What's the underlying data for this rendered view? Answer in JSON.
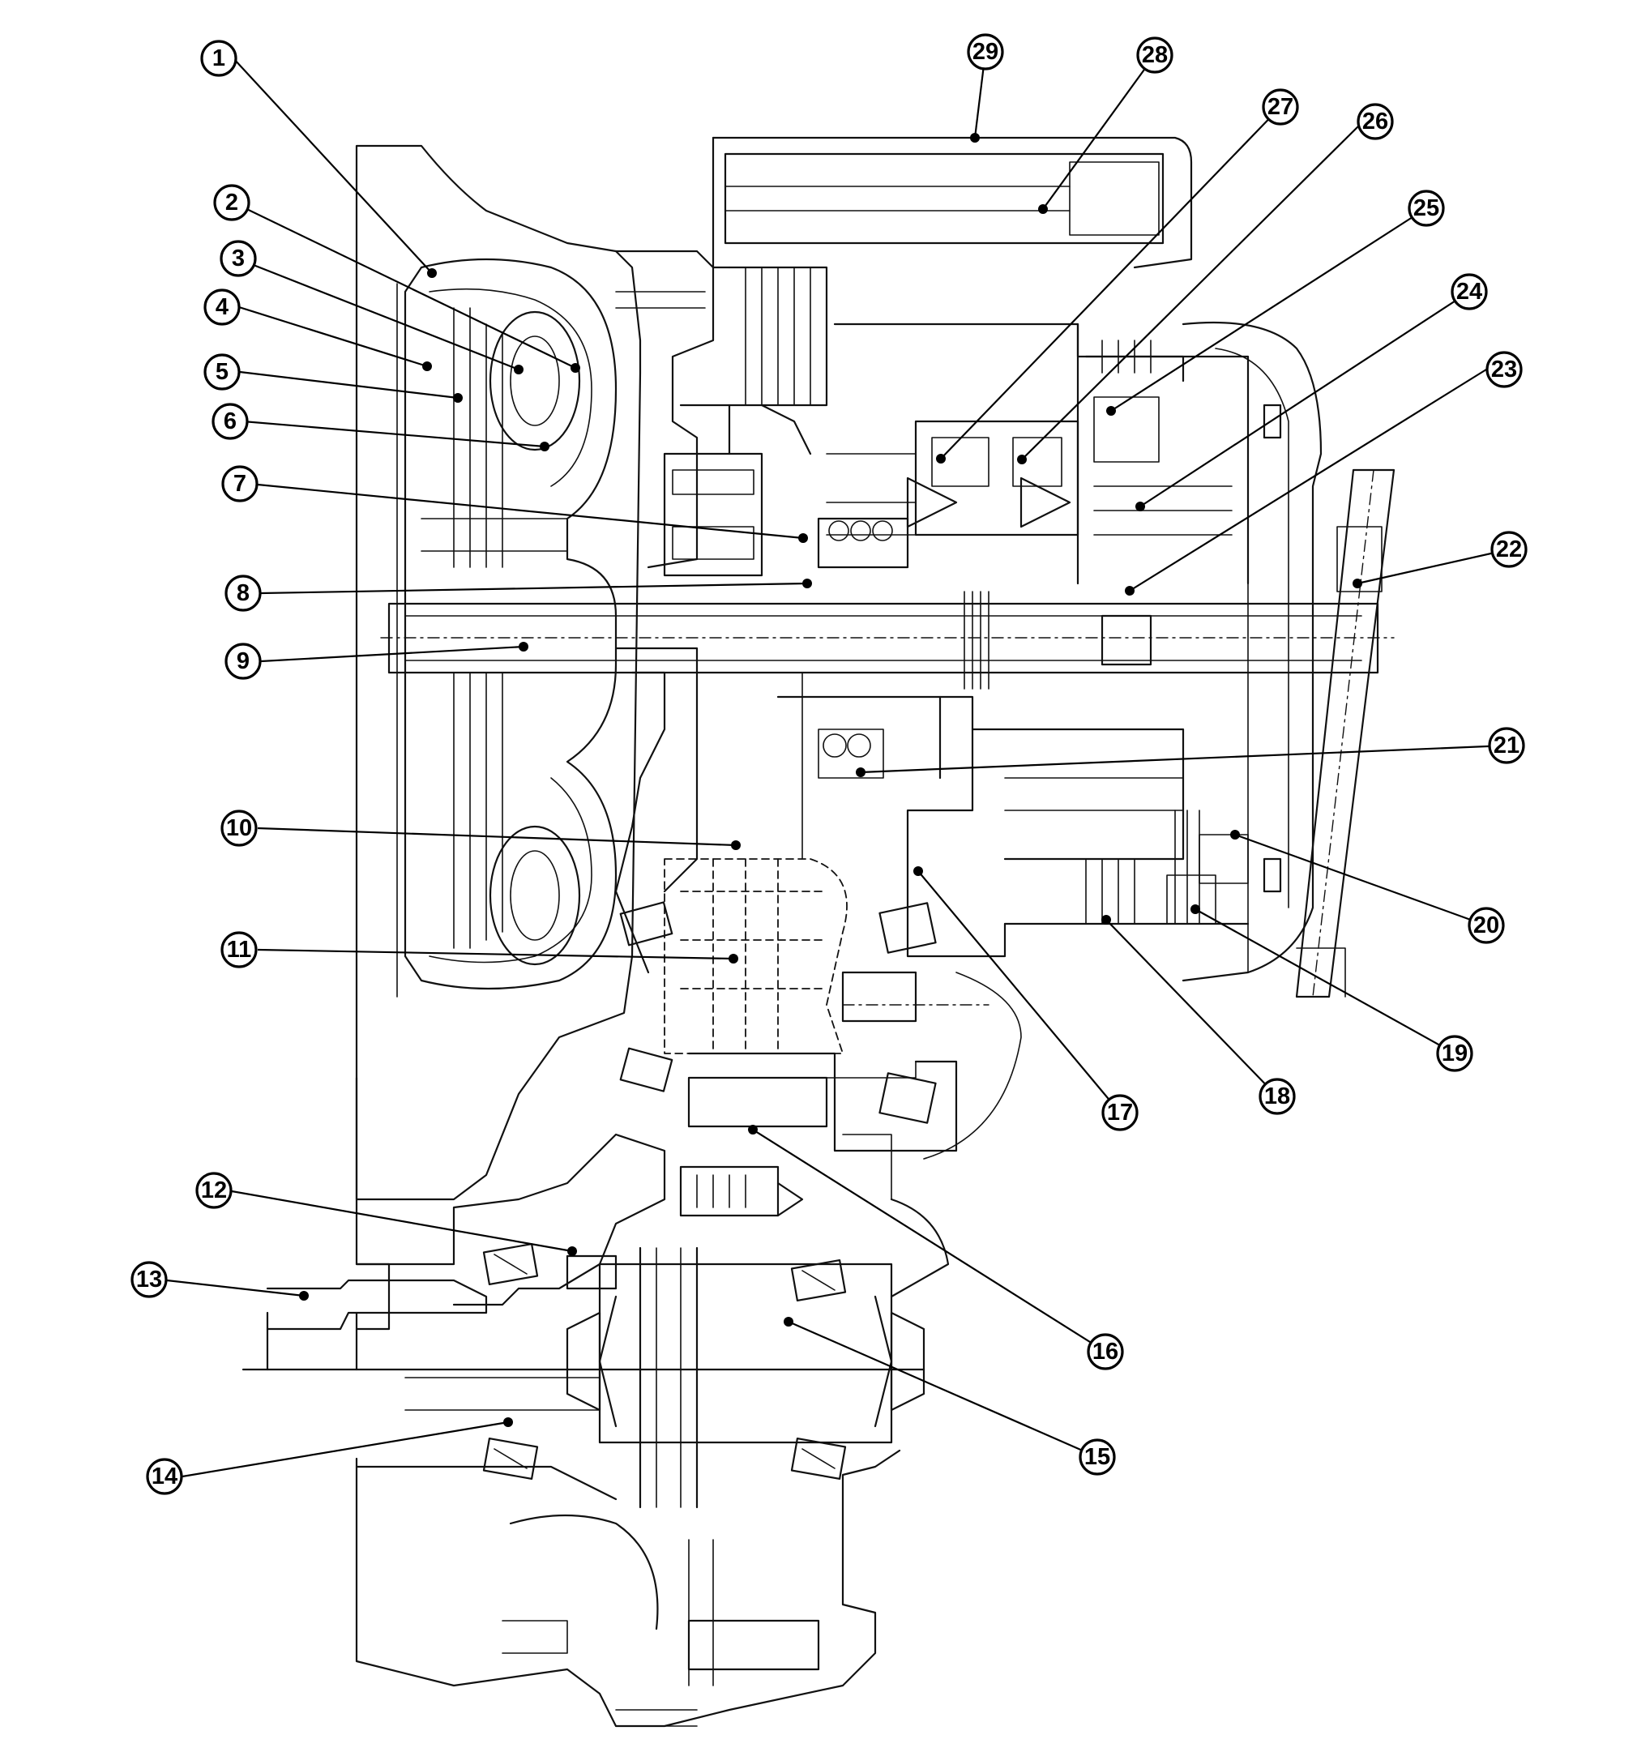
{
  "figure": {
    "callouts": [
      {
        "label": "1"
      },
      {
        "label": "2"
      },
      {
        "label": "3"
      },
      {
        "label": "4"
      },
      {
        "label": "5"
      },
      {
        "label": "6"
      },
      {
        "label": "7"
      },
      {
        "label": "8"
      },
      {
        "label": "9"
      },
      {
        "label": "10"
      },
      {
        "label": "11"
      },
      {
        "label": "12"
      },
      {
        "label": "13"
      },
      {
        "label": "14"
      },
      {
        "label": "15"
      },
      {
        "label": "16"
      },
      {
        "label": "17"
      },
      {
        "label": "18"
      },
      {
        "label": "19"
      },
      {
        "label": "20"
      },
      {
        "label": "21"
      },
      {
        "label": "22"
      },
      {
        "label": "23"
      },
      {
        "label": "24"
      },
      {
        "label": "25"
      },
      {
        "label": "26"
      },
      {
        "label": "27"
      },
      {
        "label": "28"
      },
      {
        "label": "29"
      }
    ]
  },
  "colors": {
    "line": "#111111",
    "background": "#ffffff"
  }
}
